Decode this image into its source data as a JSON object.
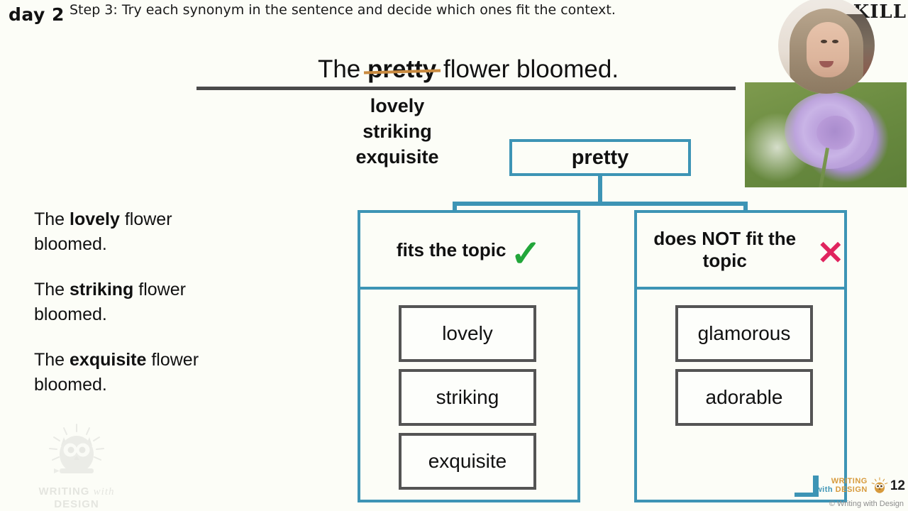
{
  "header": {
    "day_badge": "day 2",
    "step_text": "Step 3: Try each synonym in the sentence and decide which ones fit the context."
  },
  "sentence": {
    "prefix": "The ",
    "struck_word": "pretty",
    "suffix": " flower bloomed.",
    "strike_color": "#c98a3f"
  },
  "synonym_stack": {
    "items": [
      "lovely",
      "striking",
      "exquisite"
    ]
  },
  "sentence_list": [
    {
      "prefix": "The ",
      "word": "lovely",
      "suffix": " flower bloomed."
    },
    {
      "prefix": "The ",
      "word": "striking",
      "suffix": " flower bloomed."
    },
    {
      "prefix": "The ",
      "word": "exquisite",
      "suffix": " flower bloomed."
    }
  ],
  "tree": {
    "root_label": "pretty",
    "accent_color": "#3d94b5",
    "left": {
      "header": "fits the topic",
      "mark": "check-mark",
      "mark_glyph": "✓",
      "mark_color": "#22a63a",
      "words": [
        "lovely",
        "striking",
        "exquisite"
      ]
    },
    "right": {
      "header": "does NOT fit the topic",
      "mark": "cross-mark",
      "mark_glyph": "✕",
      "mark_color": "#e0245e",
      "words": [
        "glamorous",
        "adorable"
      ]
    }
  },
  "media": {
    "flower_photo_alt": "purple scabiosa flower photo",
    "webcam_alt": "presenter webcam bubble",
    "skill_wordmark": "SKILL"
  },
  "watermark": {
    "line1": "WRITING",
    "line_mid": "with",
    "line2": "DESIGN"
  },
  "footer": {
    "brand_top": "WRITING",
    "brand_mid": "with",
    "brand_bottom": "DESIGN",
    "page_number": "12",
    "credit": "© Writing with Design"
  }
}
